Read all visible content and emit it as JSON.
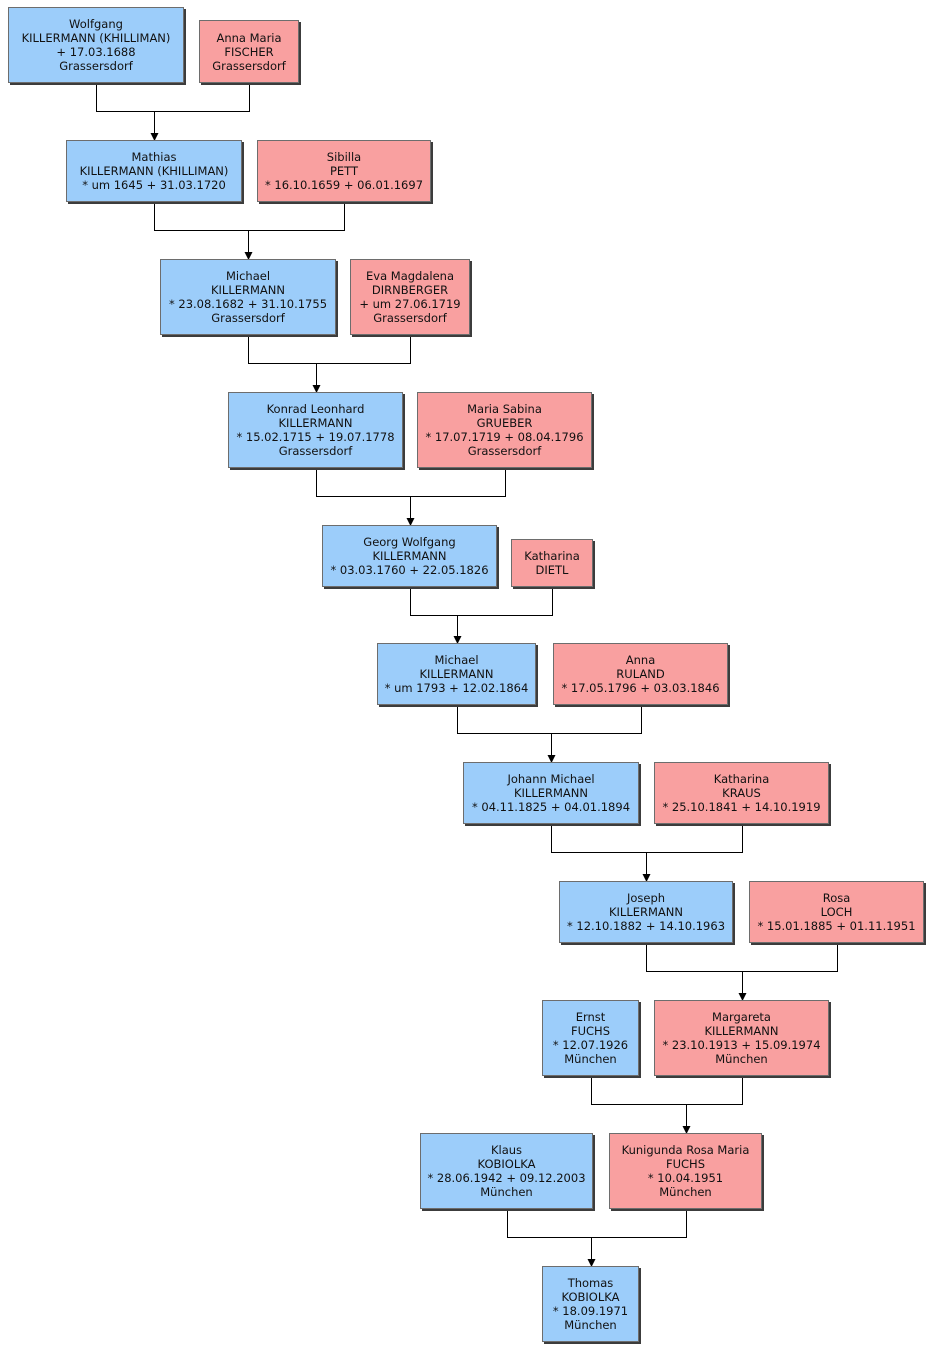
{
  "colors": {
    "male": "#9ccdfa",
    "female": "#f9a0a0",
    "line": "#000000"
  },
  "persons": [
    {
      "sex": "m",
      "lines": [
        "Wolfgang",
        "KILLERMANN (KHILLIMAN)",
        "+ 17.03.1688",
        "Grassersdorf"
      ]
    },
    {
      "sex": "f",
      "lines": [
        "Anna Maria",
        "FISCHER",
        "Grassersdorf"
      ]
    },
    {
      "sex": "m",
      "lines": [
        "Mathias",
        "KILLERMANN (KHILLIMAN)",
        "* um 1645  + 31.03.1720"
      ]
    },
    {
      "sex": "f",
      "lines": [
        "Sibilla",
        "PETT",
        "* 16.10.1659  + 06.01.1697"
      ]
    },
    {
      "sex": "m",
      "lines": [
        "Michael",
        "KILLERMANN",
        "* 23.08.1682  + 31.10.1755",
        "Grassersdorf"
      ]
    },
    {
      "sex": "f",
      "lines": [
        "Eva Magdalena",
        "DIRNBERGER",
        "+ um 27.06.1719",
        "Grassersdorf"
      ]
    },
    {
      "sex": "m",
      "lines": [
        "Konrad Leonhard",
        "KILLERMANN",
        "* 15.02.1715  + 19.07.1778",
        "Grassersdorf"
      ]
    },
    {
      "sex": "f",
      "lines": [
        "Maria Sabina",
        "GRUEBER",
        "* 17.07.1719  + 08.04.1796",
        "Grassersdorf"
      ]
    },
    {
      "sex": "m",
      "lines": [
        "Georg Wolfgang",
        "KILLERMANN",
        "* 03.03.1760  + 22.05.1826"
      ]
    },
    {
      "sex": "f",
      "lines": [
        "Katharina",
        "DIETL"
      ]
    },
    {
      "sex": "m",
      "lines": [
        "Michael",
        "KILLERMANN",
        "* um 1793  + 12.02.1864"
      ]
    },
    {
      "sex": "f",
      "lines": [
        "Anna",
        "RULAND",
        "* 17.05.1796  + 03.03.1846"
      ]
    },
    {
      "sex": "m",
      "lines": [
        "Johann Michael",
        "KILLERMANN",
        "* 04.11.1825  + 04.01.1894"
      ]
    },
    {
      "sex": "f",
      "lines": [
        "Katharina",
        "KRAUS",
        "* 25.10.1841  + 14.10.1919"
      ]
    },
    {
      "sex": "m",
      "lines": [
        "Joseph",
        "KILLERMANN",
        "* 12.10.1882  + 14.10.1963"
      ]
    },
    {
      "sex": "f",
      "lines": [
        "Rosa",
        "LOCH",
        "* 15.01.1885  + 01.11.1951"
      ]
    },
    {
      "sex": "m",
      "lines": [
        "Ernst",
        "FUCHS",
        "* 12.07.1926",
        "München"
      ]
    },
    {
      "sex": "f",
      "lines": [
        "Margareta",
        "KILLERMANN",
        "* 23.10.1913  + 15.09.1974",
        "München"
      ]
    },
    {
      "sex": "m",
      "lines": [
        "Klaus",
        "KOBIOLKA",
        "* 28.06.1942  + 09.12.2003",
        "München"
      ]
    },
    {
      "sex": "f",
      "lines": [
        "Kunigunda Rosa Maria",
        "FUCHS",
        "* 10.04.1951",
        "München"
      ]
    },
    {
      "sex": "m",
      "lines": [
        "Thomas",
        "KOBIOLKA",
        "* 18.09.1971",
        "München"
      ]
    }
  ],
  "couples": [
    {
      "husband": 0,
      "wife": 1,
      "child": 2
    },
    {
      "husband": 2,
      "wife": 3,
      "child": 4
    },
    {
      "husband": 4,
      "wife": 5,
      "child": 6
    },
    {
      "husband": 6,
      "wife": 7,
      "child": 8
    },
    {
      "husband": 8,
      "wife": 9,
      "child": 10
    },
    {
      "husband": 10,
      "wife": 11,
      "child": 12
    },
    {
      "husband": 12,
      "wife": 13,
      "child": 14
    },
    {
      "husband": 14,
      "wife": 15,
      "child": 17
    },
    {
      "husband": 16,
      "wife": 17,
      "child": 19
    },
    {
      "husband": 18,
      "wife": 19,
      "child": 20
    }
  ]
}
